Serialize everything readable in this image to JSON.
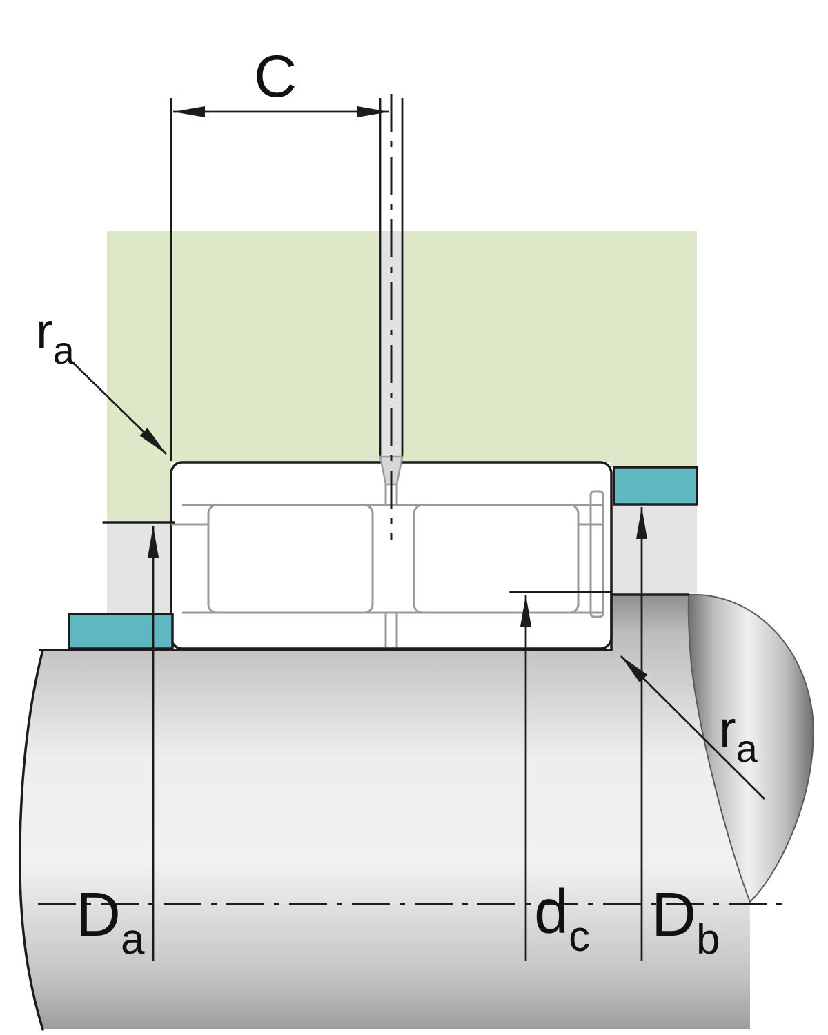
{
  "colors": {
    "housing_green": "#dce8c8",
    "ring_teal": "#5fb7c2",
    "bearing_gray": "#ececec",
    "filler_gray": "#e4e4e4",
    "slot_gray": "#e2e2e2",
    "line_dark": "#1c1c1c",
    "line_gray": "#9a9a9a"
  },
  "labels": {
    "width": "C",
    "fillet_housing": {
      "main": "r",
      "sub": "a"
    },
    "fillet_shaft": {
      "main": "r",
      "sub": "a"
    },
    "housing_abutment_diameter": {
      "main": "D",
      "sub": "a"
    },
    "recess_diameter": {
      "main": "d",
      "sub": "c"
    },
    "snap_ring_abutment_diameter": {
      "main": "D",
      "sub": "b"
    }
  }
}
